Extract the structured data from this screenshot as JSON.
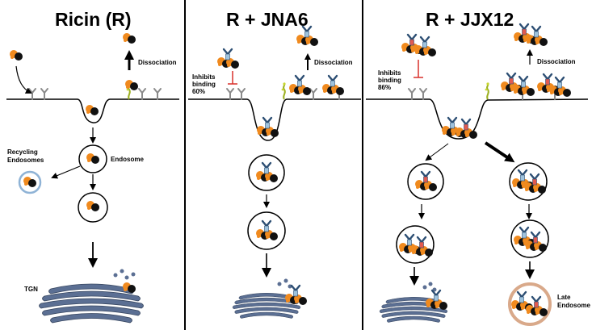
{
  "panels": {
    "ricin": {
      "title": "Ricin (R)",
      "dissociation": "Dissociation",
      "endosome": "Endosome",
      "recycling_1": "Recycling",
      "recycling_2": "Endosomes",
      "tgn": "TGN"
    },
    "jna6": {
      "title": "R + JNA6",
      "dissociation": "Dissociation",
      "inhibits_1": "Inhibits",
      "inhibits_2": "binding",
      "inhibits_3": "60%"
    },
    "jjx12": {
      "title": "R + JJX12",
      "dissociation": "Dissociation",
      "inhibits_1": "Inhibits",
      "inhibits_2": "binding",
      "inhibits_3": "86%",
      "late_1": "Late",
      "late_2": "Endosome"
    }
  },
  "colors": {
    "toxin_orange": "#f08a1e",
    "toxin_black": "#111111",
    "antibody_blue": "#9fc3dd",
    "antibody_red": "#e25a4f",
    "receptor_gray": "#8a8a8a",
    "golgi_blue": "#5b6f93",
    "late_endosome_ring": "#d9a98a",
    "recycling_ring": "#8fb3d6",
    "inhibit_red": "#d9312b",
    "receptor_yellow": "#c9d832"
  },
  "icons": [
    "toxin-icon",
    "antibody-icon",
    "receptor-icon",
    "golgi-icon",
    "arrow-icon",
    "inhibit-icon"
  ]
}
